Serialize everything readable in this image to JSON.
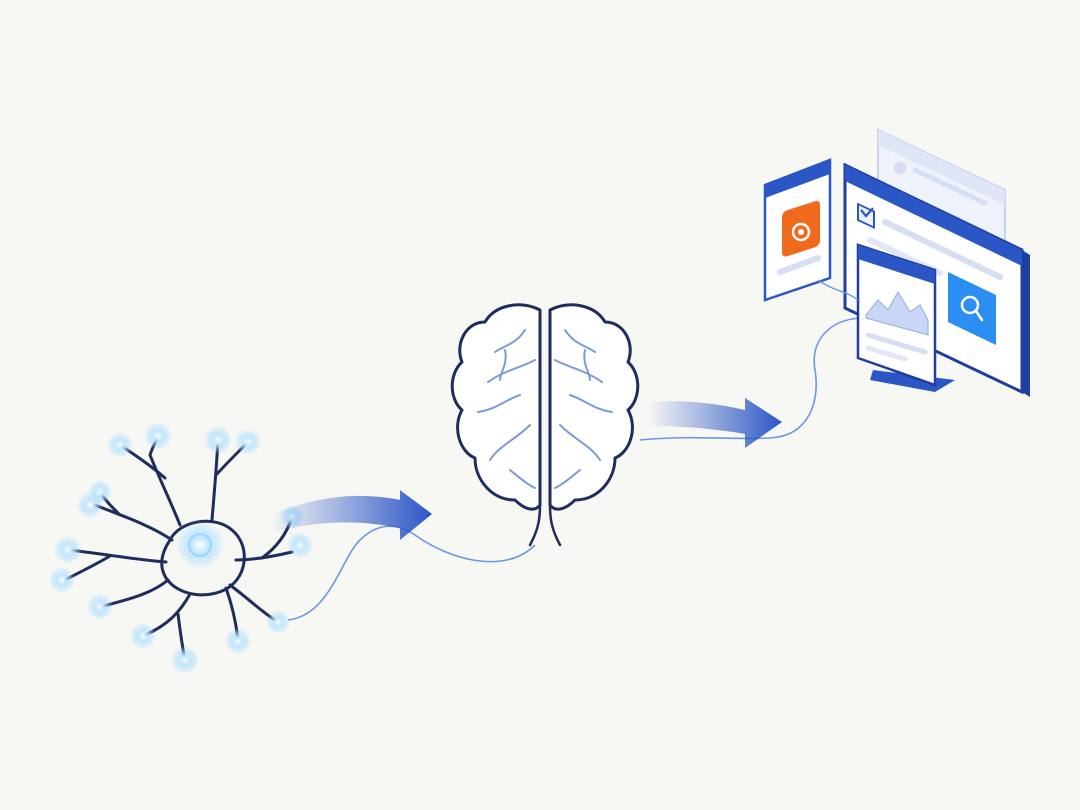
{
  "colors": {
    "background": "#f7f7f4",
    "line": "#1f2d5c",
    "accent": "#2b56c6",
    "accent_light": "#c9d6f5",
    "glow": "#8fd3ff",
    "panel_orange": "#f06a1e",
    "panel_blue": "#2a8ff0"
  },
  "stages": [
    {
      "id": "neuron",
      "icon": "neuron-icon"
    },
    {
      "id": "brain",
      "icon": "brain-icon"
    },
    {
      "id": "interfaces",
      "icon": "app-windows-icon"
    }
  ],
  "connectors": [
    {
      "from": "neuron",
      "to": "brain",
      "icon": "arrow-right-icon"
    },
    {
      "from": "brain",
      "to": "interfaces",
      "icon": "arrow-right-icon"
    }
  ]
}
